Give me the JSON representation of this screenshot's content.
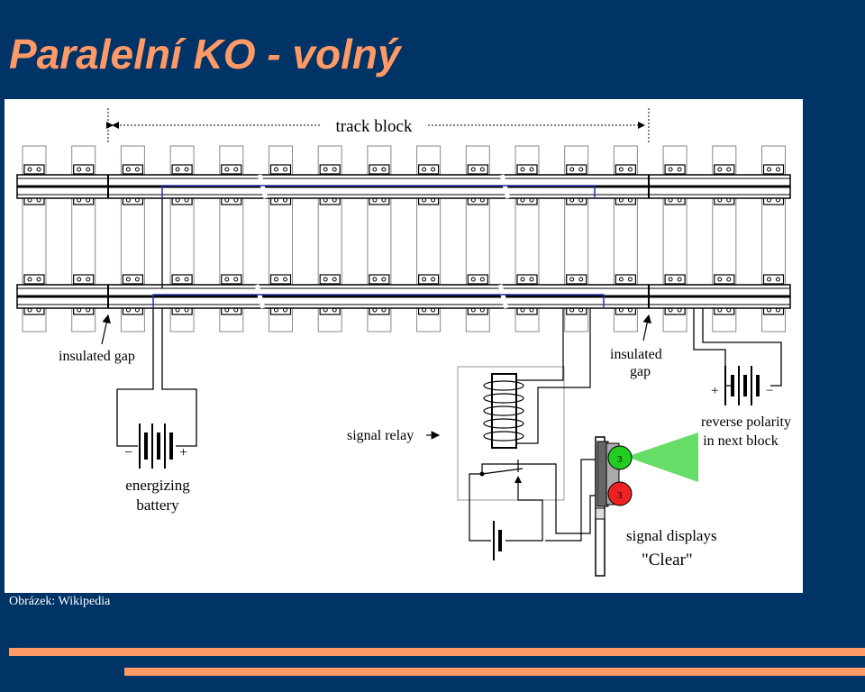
{
  "slide": {
    "title": "Paralelní KO - volný",
    "caption": "Obrázek: Wikipedia"
  },
  "diagram": {
    "labels": {
      "track_block": "track block",
      "insulated_gap_left": "insulated gap",
      "insulated_gap_right_1": "insulated",
      "insulated_gap_right_2": "gap",
      "energizing_1": "energizing",
      "energizing_2": "battery",
      "signal_relay": "signal relay",
      "reverse_1": "reverse polarity",
      "reverse_2": "in next block",
      "signal_displays": "signal displays",
      "clear": "\"Clear\"",
      "plus": "+",
      "minus": "−",
      "lamp_number": "3"
    },
    "colors": {
      "background": "#003366",
      "accent": "#ff9966",
      "signal_green": "#22cc22",
      "signal_red": "#ee2222",
      "light_beam": "#66dd66",
      "circuit_blue": "#2233aa"
    }
  }
}
